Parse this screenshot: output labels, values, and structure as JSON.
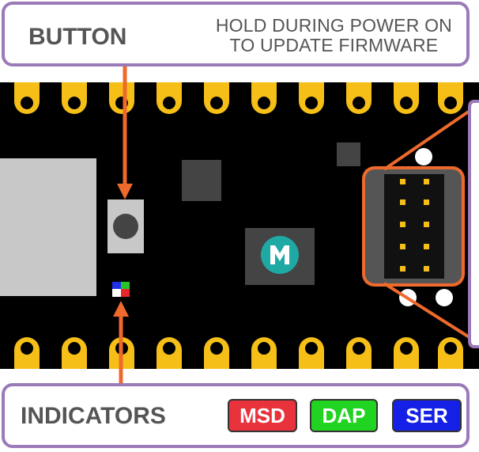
{
  "button_callout": {
    "title": "BUTTON",
    "description_line1": "HOLD DURING POWER ON",
    "description_line2": "TO UPDATE FIRMWARE"
  },
  "indicators_callout": {
    "title": "INDICATORS",
    "badges": [
      {
        "label": "MSD",
        "color": "#e8323c"
      },
      {
        "label": "DAP",
        "color": "#22d422"
      },
      {
        "label": "SER",
        "color": "#1420e6"
      }
    ]
  },
  "colors": {
    "board": "#000000",
    "pad": "#f5bf18",
    "callout_border": "#9b7ab8",
    "arrow": "#ee6a2c",
    "logo": "#1fa9a5"
  },
  "icons": [
    "maxim-logo-icon"
  ]
}
